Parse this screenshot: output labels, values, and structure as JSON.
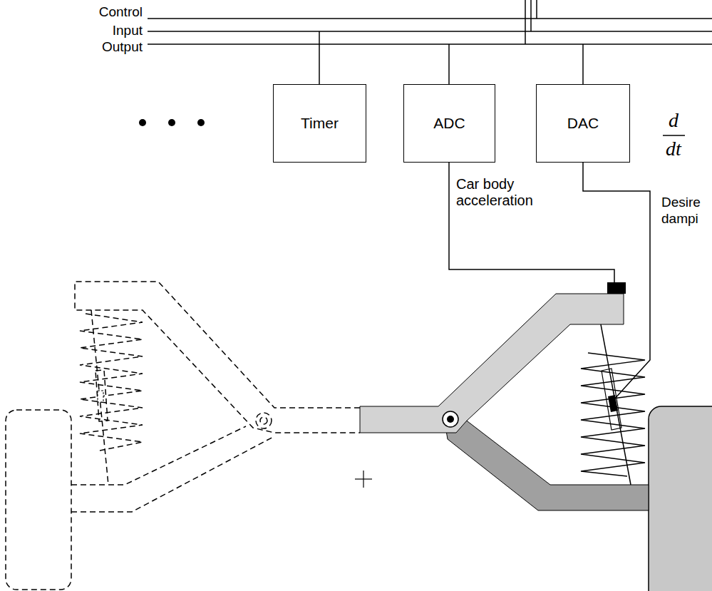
{
  "diagram": {
    "nodes": [
      {
        "text": [
          "Timer"
        ]
      },
      {
        "text": [
          "ADC"
        ]
      },
      {
        "text": [
          "DAC"
        ]
      }
    ],
    "labels": [
      "Control",
      "Input",
      "Output",
      "Car body acceleration",
      "d",
      "dt",
      "Desire",
      "dampi"
    ]
  }
}
